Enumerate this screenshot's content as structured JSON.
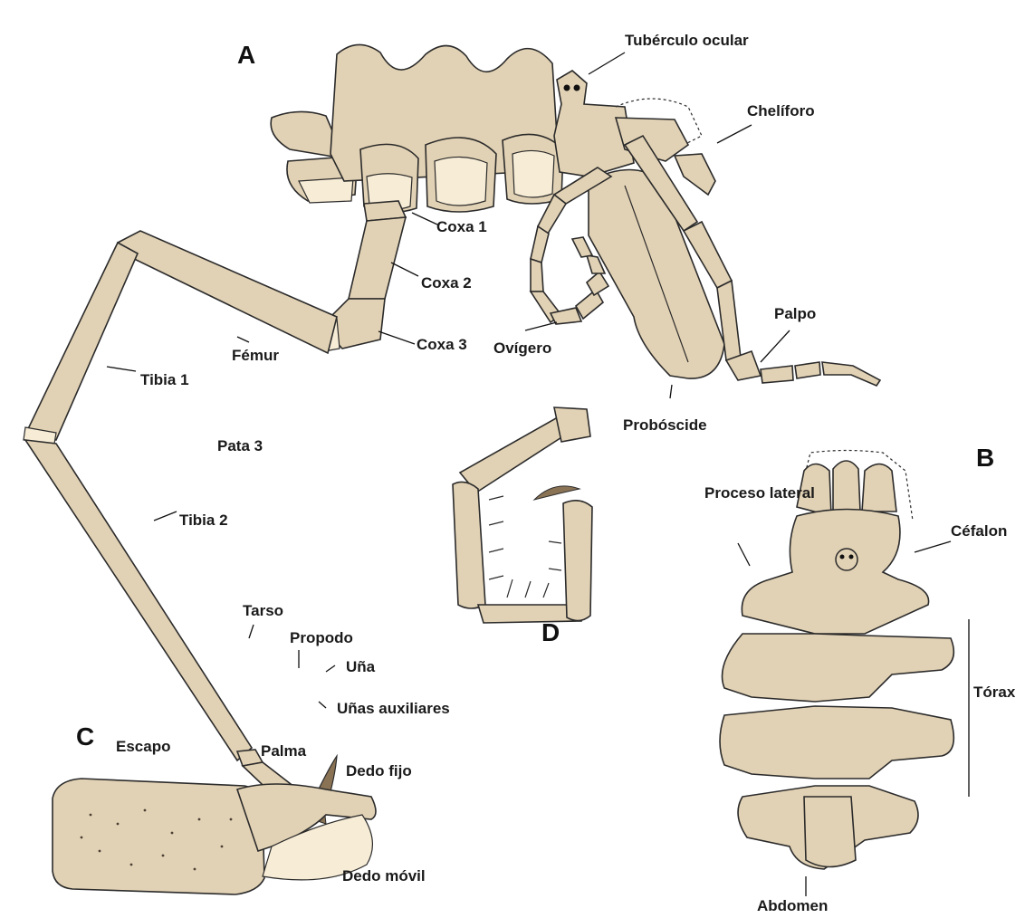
{
  "colors": {
    "body": "#e2d2b5",
    "joint": "#f7ecd6",
    "claw": "#8a7355",
    "eye": "#111111"
  },
  "panels": {
    "a": "A",
    "b": "B",
    "c": "C",
    "d": "D"
  },
  "labels": {
    "tuberculo_ocular": "Tubérculo ocular",
    "chelifero": "Chelíforo",
    "coxa1": "Coxa 1",
    "coxa2": "Coxa 2",
    "coxa3": "Coxa 3",
    "femur": "Fémur",
    "tibia1": "Tibia 1",
    "tibia2": "Tibia 2",
    "pata3": "Pata 3",
    "tarso": "Tarso",
    "propodo": "Propodo",
    "una": "Uña",
    "unas_auxiliares": "Uñas auxiliares",
    "ovigero": "Ovígero",
    "palpo": "Palpo",
    "proboscide": "Probóscide",
    "proceso_lateral": "Proceso lateral",
    "cefalon": "Céfalon",
    "torax": "Tórax",
    "abdomen": "Abdomen",
    "escapo": "Escapo",
    "palma": "Palma",
    "dedo_fijo": "Dedo fijo",
    "dedo_movil": "Dedo móvil"
  }
}
